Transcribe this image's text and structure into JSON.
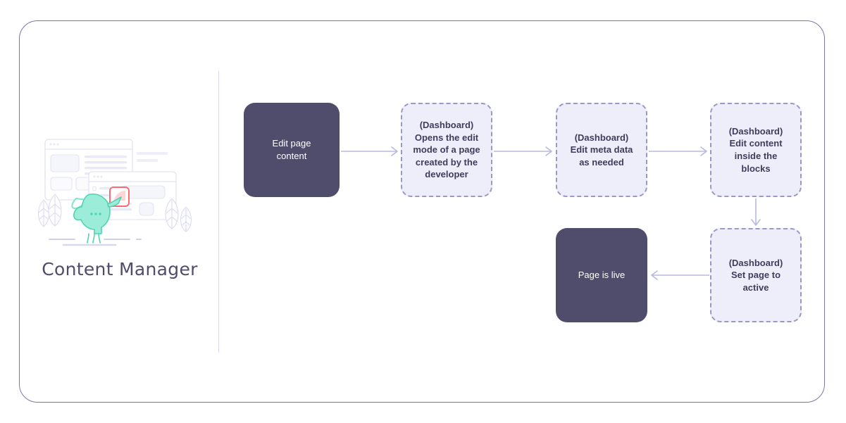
{
  "panel": {
    "title": "Content Manager",
    "illustration": {
      "name": "content-manager-illustration",
      "mascot_color": "#7fe6cd",
      "card_color": "#fb6a72",
      "outline_color": "#d7d8ee"
    }
  },
  "theme": {
    "frame_border": "#7a77a8",
    "divider": "#d7d8ee",
    "solid_node_fill": "#4f4d6b",
    "solid_node_text": "#ffffff",
    "dashed_node_fill": "#eeeefa",
    "dashed_node_border": "#9a98c4",
    "dashed_node_text": "#3f3d5c",
    "arrow_color": "#b9b8dd",
    "title_text": "#4f4d6b"
  },
  "flow": {
    "nodes": [
      {
        "id": "edit-page-content",
        "type": "solid",
        "label": "Edit page\ncontent"
      },
      {
        "id": "opens-edit-mode",
        "type": "dashed",
        "label": "(Dashboard)\nOpens the edit\nmode of a page\ncreated by the\ndeveloper"
      },
      {
        "id": "edit-meta-data",
        "type": "dashed",
        "label": "(Dashboard)\nEdit meta data\nas needed"
      },
      {
        "id": "edit-content-blocks",
        "type": "dashed",
        "label": "(Dashboard)\nEdit content\ninside the\nblocks"
      },
      {
        "id": "set-page-active",
        "type": "dashed",
        "label": "(Dashboard)\nSet page to\nactive"
      },
      {
        "id": "page-is-live",
        "type": "solid",
        "label": "Page is live"
      }
    ],
    "arrows": [
      {
        "id": "arrow-1",
        "from": "edit-page-content",
        "to": "opens-edit-mode",
        "direction": "right"
      },
      {
        "id": "arrow-2",
        "from": "opens-edit-mode",
        "to": "edit-meta-data",
        "direction": "right"
      },
      {
        "id": "arrow-3",
        "from": "edit-meta-data",
        "to": "edit-content-blocks",
        "direction": "right"
      },
      {
        "id": "arrow-4",
        "from": "edit-content-blocks",
        "to": "set-page-active",
        "direction": "down"
      },
      {
        "id": "arrow-5",
        "from": "set-page-active",
        "to": "page-is-live",
        "direction": "left"
      }
    ]
  }
}
